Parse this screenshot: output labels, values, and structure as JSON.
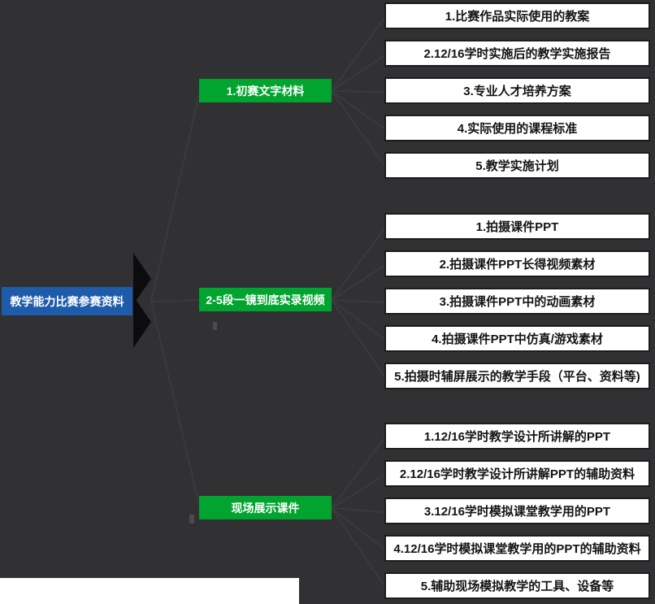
{
  "root": {
    "label": "教学能力比赛参赛资料"
  },
  "branches": [
    {
      "label": "1.初赛文字材料",
      "items": [
        "1.比赛作品实际使用的教案",
        "2.12/16学时实施后的教学实施报告",
        "3.专业人才培养方案",
        "4.实际使用的课程标准",
        "5.教学实施计划"
      ]
    },
    {
      "label": "2-5段一镜到底实录视频",
      "items": [
        "1.拍摄课件PPT",
        "2.拍摄课件PPT长得视频素材",
        "3.拍摄课件PPT中的动画素材",
        "4.拍摄课件PPT中仿真/游戏素材",
        "5.拍摄时辅屏展示的教学手段（平台、资料等)"
      ]
    },
    {
      "label": "现场展示课件",
      "items": [
        "1.12/16学时教学设计所讲解的PPT",
        "2.12/16学时教学设计所讲解PPT的辅助资料",
        "3.12/16学时模拟课堂教学用的PPT",
        "4.12/16学时模拟课堂教学用的PPT的辅助资料",
        "5.辅助现场模拟教学的工具、设备等"
      ]
    }
  ],
  "colors": {
    "background": "#313133",
    "root_fill": "#1e5ba8",
    "branch_fill": "#00a42f",
    "leaf_fill": "#ffffff",
    "leaf_border": "#1c1c1e",
    "leaf_text": "#141414",
    "node_text": "#ffffff",
    "arrow": "#0c0c0e",
    "connector": "#3a3a3c"
  }
}
